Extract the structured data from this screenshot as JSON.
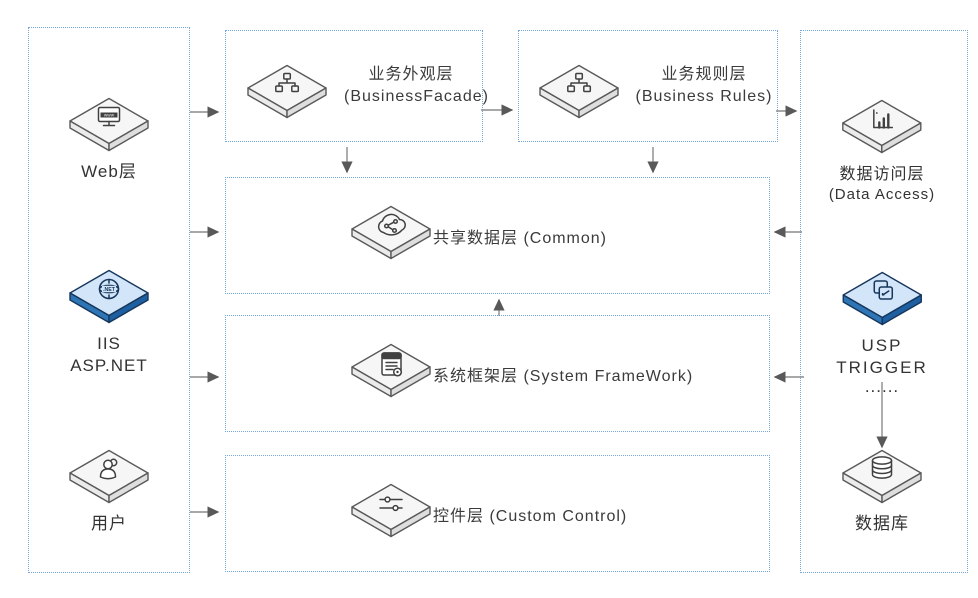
{
  "diagram_title": "Layered architecture diagram (.NET)",
  "colors": {
    "box_border": "#74a7dc",
    "arrow": "#8c8c8c",
    "text": "#3b3b3b",
    "tile_fill": "#f6f6f6",
    "tile_stroke": "#595959",
    "blue_tile_fill": "#d3e5f8",
    "blue_tile_side": "#2e75b6",
    "blue_tile_stroke": "#16365c"
  },
  "left_column": {
    "web": {
      "label": "Web层",
      "icon": "browser-monitor-icon"
    },
    "iis": {
      "line1": "IIS",
      "line2": "ASP.NET",
      "icon": "dotnet-globe-icon"
    },
    "user": {
      "label": "用户",
      "icon": "person-icon"
    }
  },
  "right_column": {
    "data_access": {
      "title": "数据访问层",
      "subtitle": "(Data Access)",
      "icon": "bar-chart-icon"
    },
    "usp": {
      "line1": "USP",
      "line2": "TRIGGER",
      "dots": "......",
      "icon": "pages-transfer-icon"
    },
    "db": {
      "label": "数据库",
      "icon": "database-cylinder-icon"
    }
  },
  "layers": {
    "facade": {
      "title": "业务外观层",
      "subtitle": "(BusinessFacade)",
      "icon": "sitemap-icon"
    },
    "rules": {
      "title": "业务规则层",
      "subtitle": "(Business Rules)",
      "icon": "sitemap-icon"
    },
    "common": {
      "title": "共享数据层 (Common)",
      "icon": "cloud-share-icon"
    },
    "framework": {
      "title": "系统框架层 (System FrameWork)",
      "icon": "document-gear-icon"
    },
    "control": {
      "title": "控件层 (Custom Control)",
      "icon": "sliders-icon"
    }
  }
}
